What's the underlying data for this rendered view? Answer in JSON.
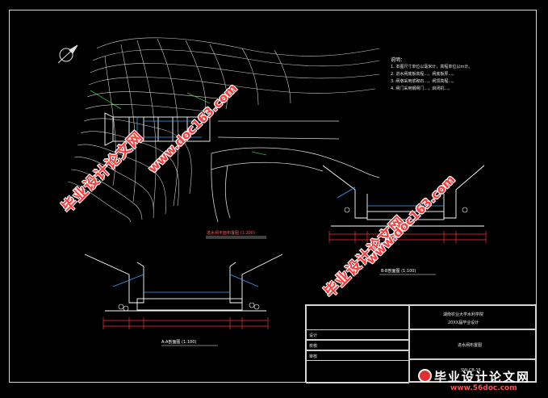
{
  "notes": {
    "heading": "说明：",
    "lines": [
      "1. 本图尺寸单位以毫米计，高程单位以m计。",
      "2. 进水闸底板高程…，闸底板厚…。",
      "3. 闸墩采用浆砌石…，闸顶高程…。",
      "4. 闸门采用钢闸门…，启闭机…。"
    ]
  },
  "captions": {
    "plan": "进水闸平面布置图 (1:200)",
    "section_a": "A-A剖面图 (1:100)",
    "section_b": "B-B剖面图 (1:100)"
  },
  "title_block": {
    "school": "湖南农业大学水利学院",
    "project": "20XX届毕业设计",
    "designer_label": "设计",
    "checker_label": "校核",
    "reviewer_label": "审核",
    "drawing_title": "进水闸布置图",
    "drawing_no": "SW-CB-15"
  },
  "watermarks": {
    "cn_text": "毕业设计论文网",
    "url_text": "www.doc163.com"
  },
  "logo": {
    "cn_text": "毕业设计论文网",
    "url_text": "www.56doc.com"
  },
  "colors": {
    "background": "#000000",
    "line_white": "#d8d8d8",
    "dimension_red": "#ff3030",
    "label_green": "#48ff48",
    "water_blue": "#3aa0ff"
  }
}
